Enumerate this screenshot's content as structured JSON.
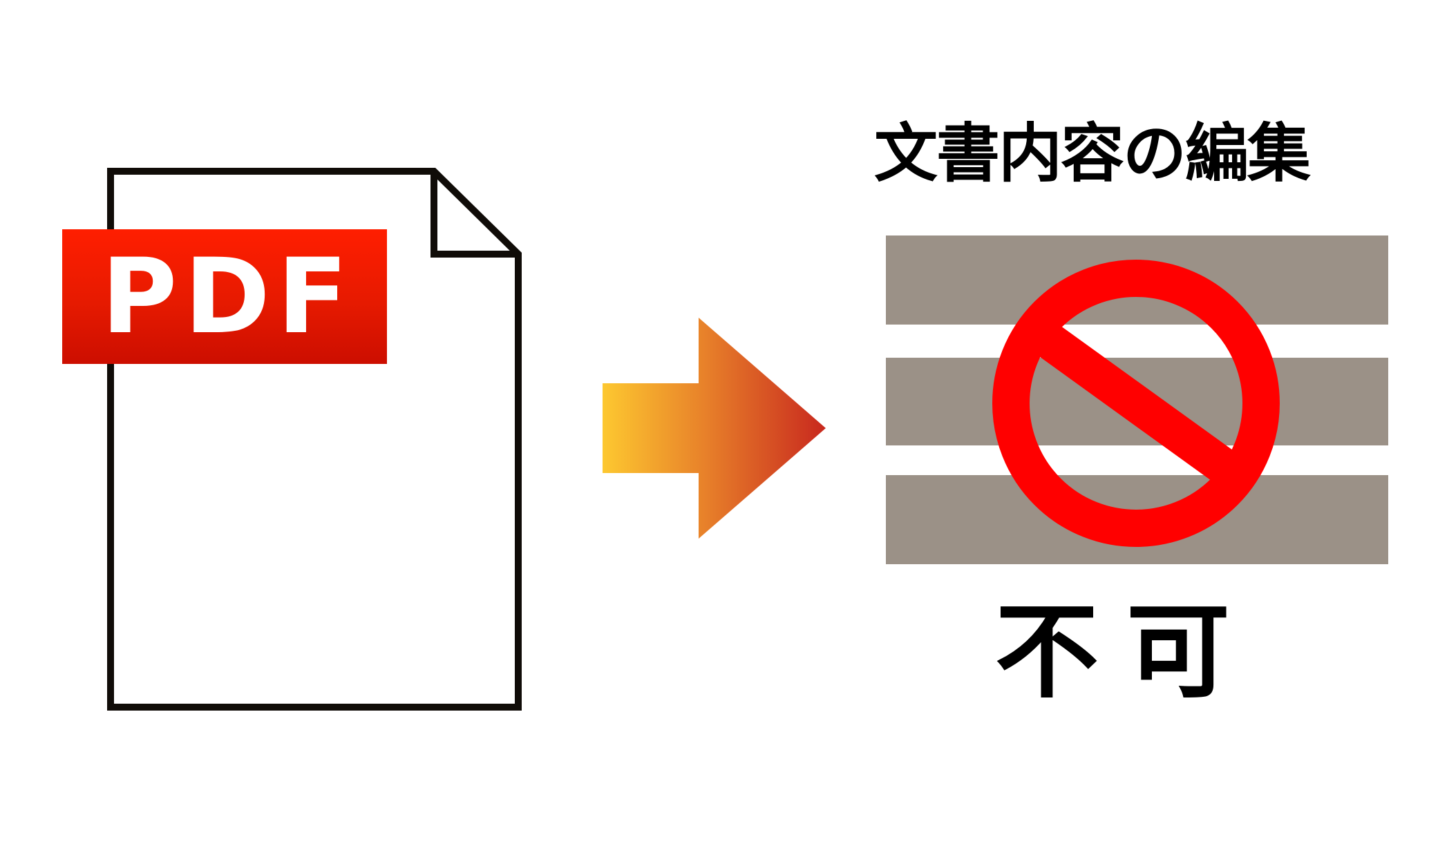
{
  "source_file": {
    "type_label": "PDF",
    "badge_color_top": "#ff1e00",
    "badge_color_bottom": "#cc0e00",
    "outline_color": "#100c08"
  },
  "arrow": {
    "direction": "right",
    "gradient_start": "#fdc830",
    "gradient_mid": "#e8822a",
    "gradient_end": "#c8281e"
  },
  "action": {
    "title": "文書内容の編集",
    "illustration": {
      "bars_count": 3,
      "bar_color": "#9b9187",
      "prohibited_icon_color": "#ff0000"
    },
    "result_label": "不可"
  }
}
